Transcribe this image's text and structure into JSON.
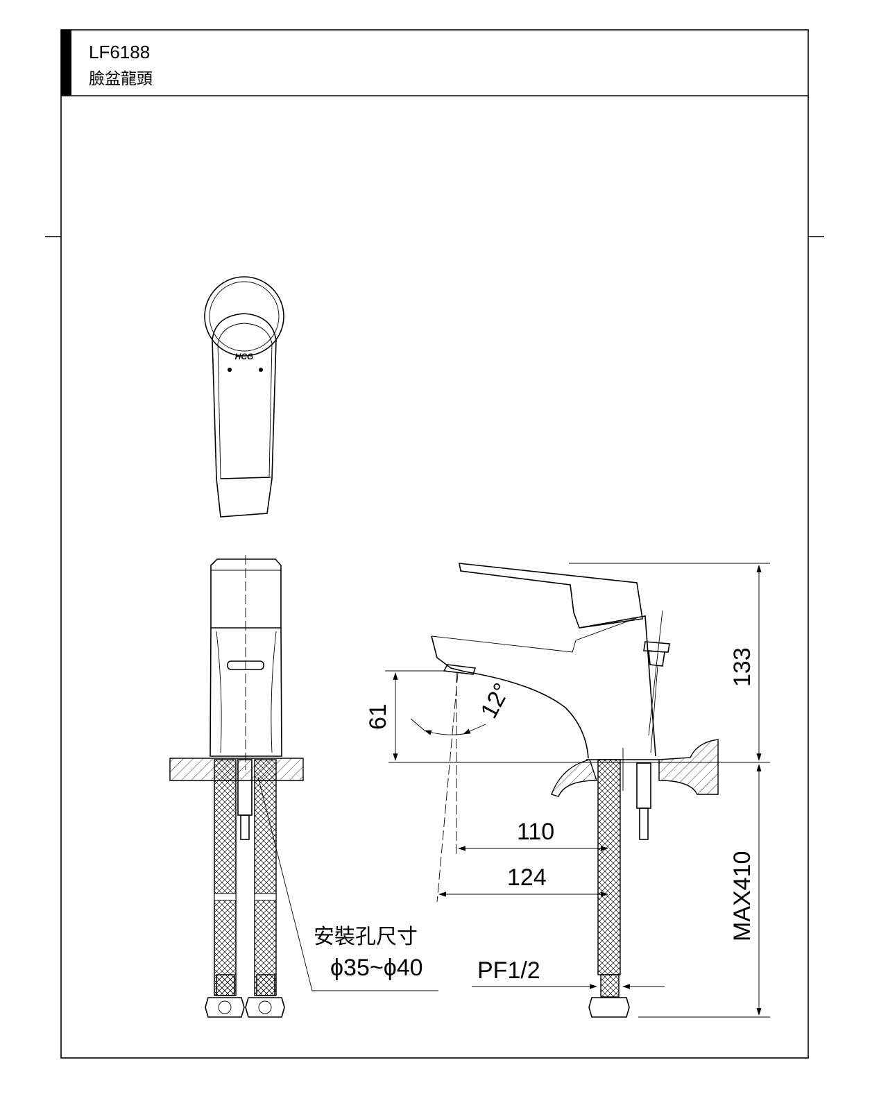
{
  "header": {
    "model": "LF6188",
    "product_name": "臉盆龍頭"
  },
  "dimensions": {
    "spout_height": "61",
    "spout_angle": "12°",
    "total_height": "133",
    "spout_reach": "110",
    "overall_reach": "124",
    "hose_length": "MAX410",
    "hose_thread": "PF1/2",
    "install_hole_label": "安裝孔尺寸",
    "install_hole_size": "ϕ35~ϕ40"
  },
  "logo_text": "HCG"
}
